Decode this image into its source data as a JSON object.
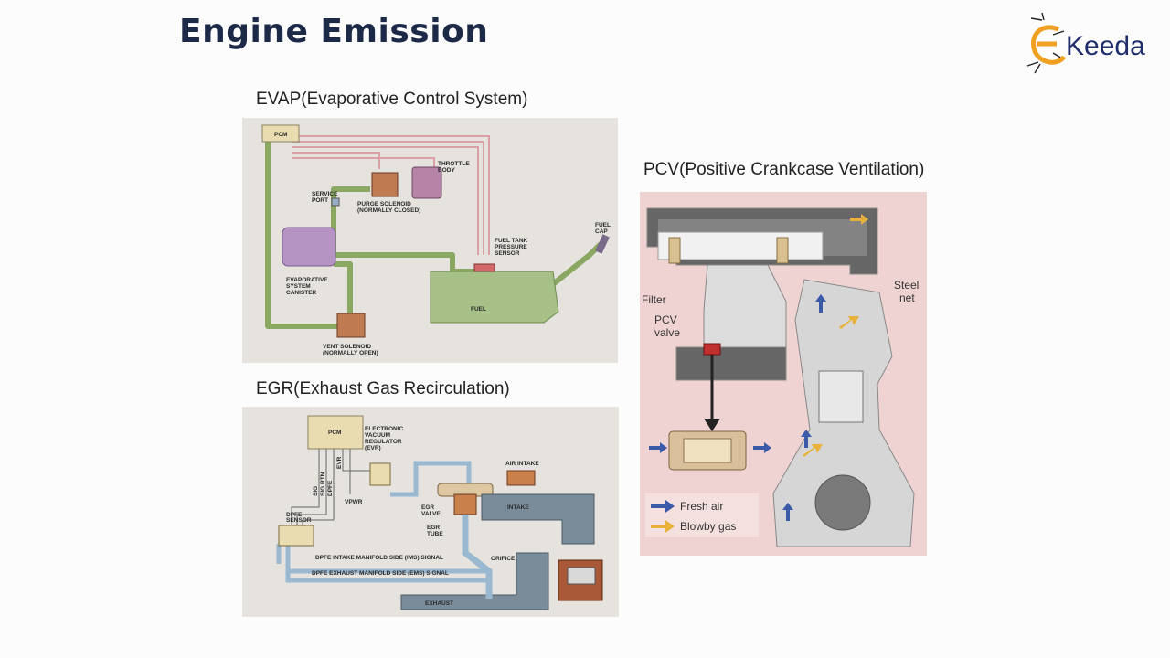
{
  "slide": {
    "title": "Engine Emission",
    "logo_text": "Keeda",
    "logo_letter": "E"
  },
  "evap": {
    "caption": "EVAP(Evaporative Control System)",
    "labels": {
      "pcm": "PCM",
      "throttle_body_1": "THROTTLE",
      "throttle_body_2": "BODY",
      "service_port_1": "SERVICE",
      "service_port_2": "PORT",
      "purge_1": "PURGE SOLENOID",
      "purge_2": "(NORMALLY CLOSED)",
      "fuel_cap_1": "FUEL",
      "fuel_cap_2": "CAP",
      "fts_1": "FUEL TANK",
      "fts_2": "PRESSURE",
      "fts_3": "SENSOR",
      "canister_1": "EVAPORATIVE",
      "canister_2": "SYSTEM",
      "canister_3": "CANISTER",
      "fuel": "FUEL",
      "vent_1": "VENT SOLENOID",
      "vent_2": "(NORMALLY OPEN)"
    }
  },
  "egr": {
    "caption": "EGR(Exhaust Gas Recirculation)",
    "labels": {
      "pcm": "PCM",
      "evr_1": "ELECTRONIC",
      "evr_2": "VACUUM",
      "evr_3": "REGULATOR",
      "evr_4": "(EVR)",
      "air_intake": "AIR INTAKE",
      "sig": "SIG",
      "sig_rtn": "SIG RTN",
      "dpfe": "DPFE",
      "evr": "EVR",
      "vpwr": "VPWR",
      "dpfe_sensor_1": "DPFE",
      "dpfe_sensor_2": "SENSOR",
      "egr_valve_1": "EGR",
      "egr_valve_2": "VALVE",
      "intake": "INTAKE",
      "egr_tube_1": "EGR",
      "egr_tube_2": "TUBE",
      "orifice": "ORIFICE",
      "ims_signal": "DPFE INTAKE MANIFOLD SIDE (IMS) SIGNAL",
      "ems_signal": "DPFE EXHAUST MANIFOLD SIDE (EMS) SIGNAL",
      "exhaust": "EXHAUST"
    }
  },
  "pcv": {
    "caption": "PCV(Positive Crankcase Ventilation)",
    "labels": {
      "filter": "Filter",
      "steel_1": "Steel",
      "steel_2": "net",
      "pcv_1": "PCV",
      "pcv_2": "valve",
      "fresh_air": "Fresh air",
      "blowby_gas": "Blowby gas"
    },
    "colors": {
      "fresh_air": "#3b5aa8",
      "blowby_gas": "#e8b23a"
    }
  }
}
